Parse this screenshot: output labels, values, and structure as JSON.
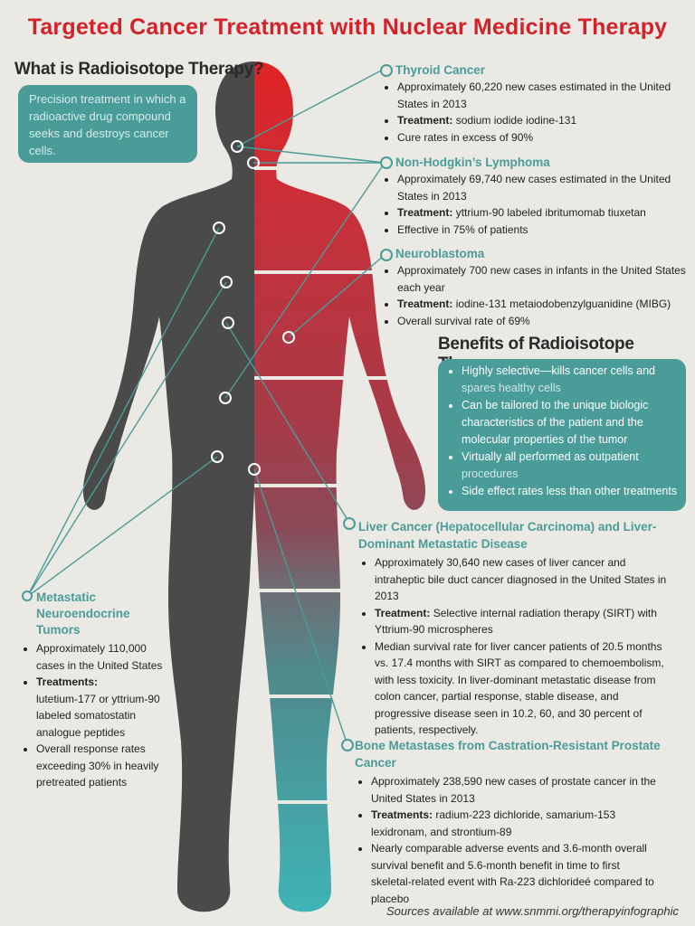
{
  "title": "Targeted Cancer Treatment with Nuclear Medicine Therapy",
  "what_is": {
    "heading": "What is Radioisotope Therapy?",
    "text": "Precision treatment in which a radioactive drug compound seeks and destroys cancer cells."
  },
  "thyroid": {
    "title": "Thyroid Cancer",
    "b1": "Approximately 60,220 new cases estimated in the United States in 2013",
    "t_label": "Treatment:",
    "t_value": " sodium iodide iodine-131",
    "b3": "Cure rates in excess of 90%"
  },
  "lymphoma": {
    "title": "Non-Hodgkin’s Lymphoma",
    "b1": "Approximately 69,740 new cases estimated in the United States in 2013",
    "t_label": "Treatment:",
    "t_value": " yttrium-90 labeled ibritumomab tiuxetan",
    "b3": "Effective in 75% of patients"
  },
  "neuroblastoma": {
    "title": "Neuroblastoma",
    "b1": "Approximately 700 new cases in infants in the United States each year",
    "t_label": "Treatment:",
    "t_value": " iodine-131 metaiodobenzylguanidine (MIBG)",
    "b3": "Overall survival rate of 69%"
  },
  "benefits": {
    "heading": "Benefits of Radioisotope Therapy",
    "b1a": "Highly selective—kills cancer cells and ",
    "b1b": "spares healthy cells",
    "b2": "Can be tailored to the unique biologic characteristics of the patient and the molecular properties of the tumor",
    "b3a": "Virtually all performed as outpatient ",
    "b3b": "procedures",
    "b4": "Side effect rates less than other treatments"
  },
  "liver": {
    "title": "Liver Cancer (Hepatocellular Carcinoma) and Liver-Dominant Metastatic Disease",
    "b1": "Approximately 30,640 new cases of liver cancer and intraheptic bile duct cancer diagnosed in the United States in 2013",
    "t_label": "Treatment:",
    "t_value": " Selective internal radiation therapy (SIRT) with Yttrium-90 microspheres",
    "b3": "Median survival rate for liver cancer patients of 20.5 months vs. 17.4 months with SIRT as compared to chemoembolism, with less toxicity. In liver-dominant metastatic disease from colon cancer, partial response, stable disease, and progressive disease seen in 10.2, 60, and 30 percent of patients, respectively."
  },
  "neuroendocrine": {
    "title": "Metastatic Neuroendocrine Tumors",
    "b1": "Approximately 110,000 cases in the United States",
    "t_label": "Treatments:",
    "t_value": "lutetium-177 or yttrium-90 labeled somatostatin analogue peptides",
    "b3": "Overall response rates exceeding 30% in heavily pretreated patients"
  },
  "bone": {
    "title": "Bone Metastases from Castration-Resistant Prostate Cancer",
    "b1": "Approximately 238,590 new cases of prostate cancer in the United States in 2013",
    "t_label": "Treatments:",
    "t_value": " radium-223 dichloride, samarium-153 lexidronam, and strontium-89",
    "b3": "Nearly comparable adverse events and 3.6-month overall survival benefit and 5.6-month benefit in time to first skeletal-related event with Ra-223 dichlorideé compared to placebo"
  },
  "source": "Sources available at www.snmmi.org/therapyinfographic",
  "colors": {
    "title_red": "#d3222a",
    "teal": "#4a9c98",
    "body_dark": "#4a4a4a"
  }
}
